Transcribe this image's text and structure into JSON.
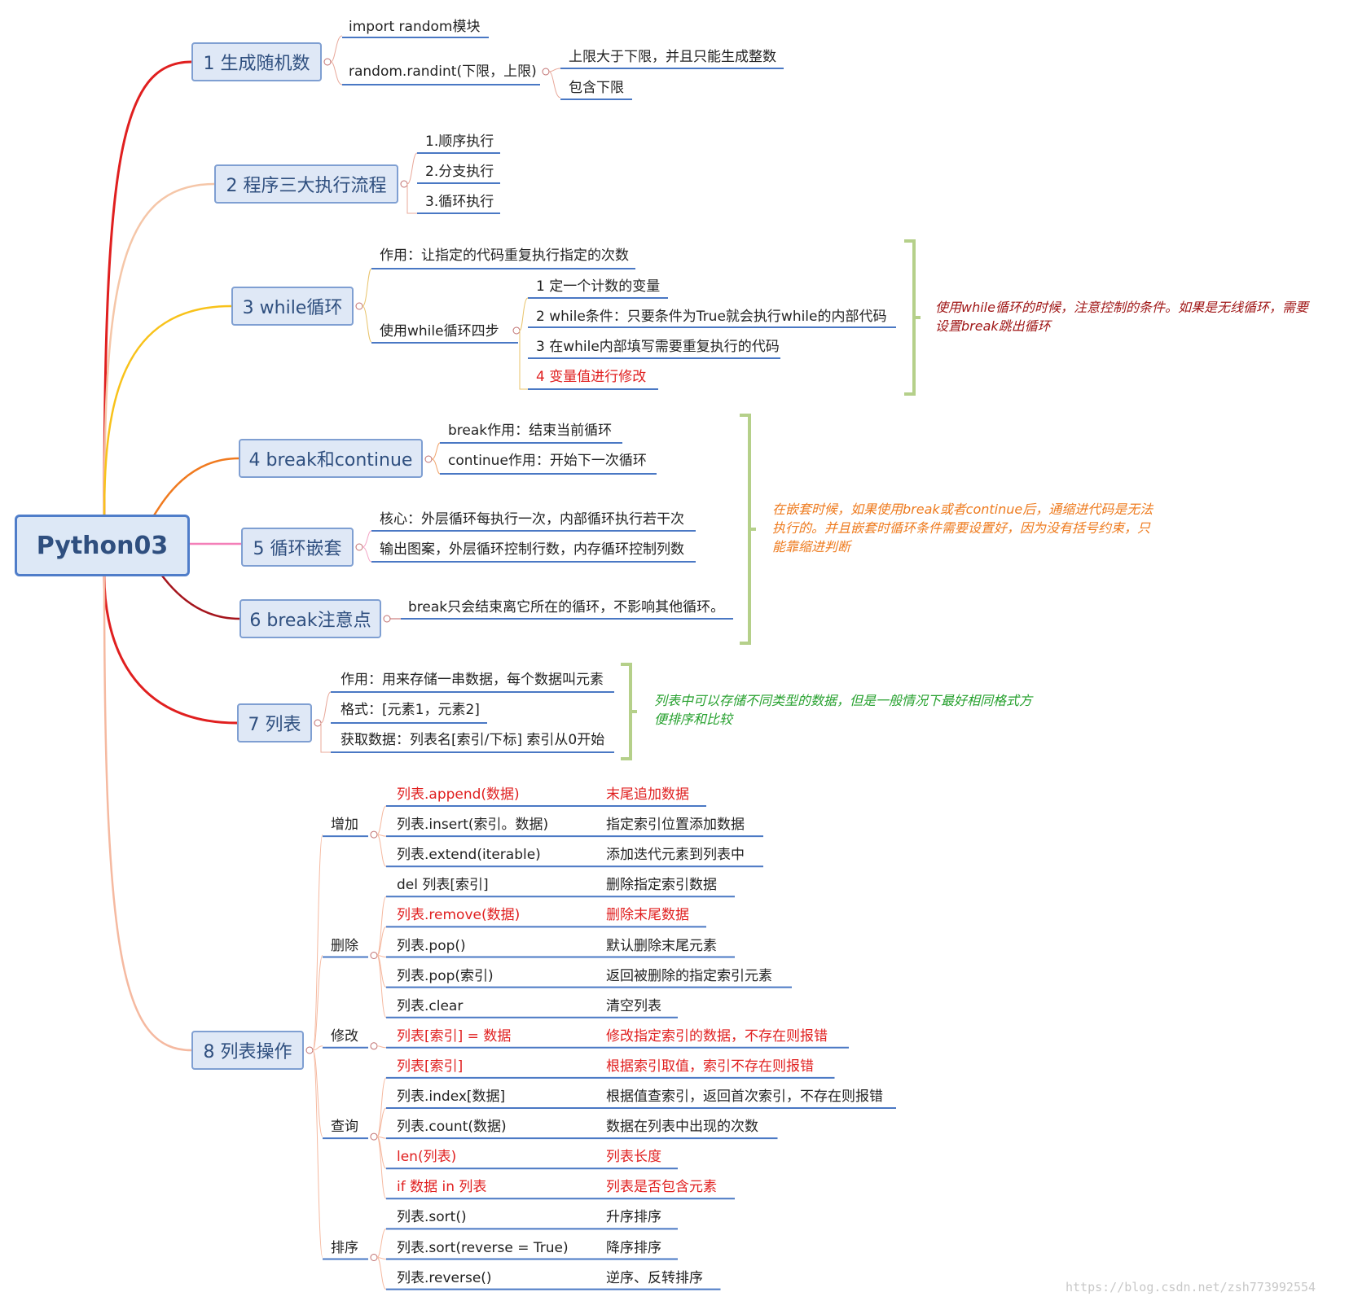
{
  "root": {
    "label": "Python03"
  },
  "topics": [
    {
      "id": "t1",
      "label": "1 生成随机数",
      "color": "#e01f1f"
    },
    {
      "id": "t2",
      "label": "2 程序三大执行流程",
      "color": "#f5c6a8"
    },
    {
      "id": "t3",
      "label": "3 while循环",
      "color": "#f8c21a"
    },
    {
      "id": "t4",
      "label": "4 break和continue",
      "color": "#f07a1f"
    },
    {
      "id": "t5",
      "label": "5 循环嵌套",
      "color": "#f47fb8"
    },
    {
      "id": "t6",
      "label": "6 break注意点",
      "color": "#a5151d"
    },
    {
      "id": "t7",
      "label": "7 列表",
      "color": "#e01f1f"
    },
    {
      "id": "t8",
      "label": "8 列表操作",
      "color": "#f5b9a0"
    }
  ],
  "t1": {
    "import": "import random模块",
    "randint": "random.randint(下限，上限)",
    "cond1": "上限大于下限，并且只能生成整数",
    "cond2": "包含下限"
  },
  "t2": {
    "items": [
      "1.顺序执行",
      "2.分支执行",
      "3.循环执行"
    ]
  },
  "t3": {
    "purpose": "作用：让指定的代码重复执行指定的次数",
    "steps_label": "使用while循环四步",
    "steps": [
      "1 定一个计数的变量",
      "2 while条件：只要条件为True就会执行while的内部代码",
      "3 在while内部填写需要重复执行的代码",
      "4 变量值进行修改"
    ],
    "note": [
      "使用while循环的时候，注意控制的条件。如果是无线循环，需要",
      "设置break跳出循环"
    ]
  },
  "t4": {
    "items": [
      "break作用：结束当前循环",
      "continue作用：开始下一次循环"
    ]
  },
  "t5": {
    "items": [
      "核心：外层循环每执行一次，内部循环执行若干次",
      "输出图案，外层循环控制行数，内存循环控制列数"
    ]
  },
  "t6": {
    "item": "break只会结束离它所在的循环，不影响其他循环。"
  },
  "note456": [
    "在嵌套时候，如果使用break或者continue后，通缩进代码是无法",
    "执行的。并且嵌套时循环条件需要设置好，因为没有括号约束，只",
    "能靠缩进判断"
  ],
  "t7": {
    "items": [
      "作用：用来存储一串数据，每个数据叫元素",
      "格式：[元素1，元素2]",
      "获取数据：列表名[索引/下标] 索引从0开始"
    ],
    "note": [
      "列表中可以存储不同类型的数据，但是一般情况下最好相同格式方",
      "便排序和比较"
    ]
  },
  "t8": {
    "groups": [
      {
        "label": "增加",
        "rows": [
          {
            "op": "列表.append(数据)",
            "desc": "末尾追加数据",
            "red": true
          },
          {
            "op": "列表.insert(索引。数据)",
            "desc": "指定索引位置添加数据",
            "red": false
          },
          {
            "op": "列表.extend(iterable)",
            "desc": "添加迭代元素到列表中",
            "red": false
          }
        ]
      },
      {
        "label": "删除",
        "rows": [
          {
            "op": "del 列表[索引]",
            "desc": "删除指定索引数据",
            "red": false
          },
          {
            "op": "列表.remove(数据)",
            "desc": "删除末尾数据",
            "red": true
          },
          {
            "op": "列表.pop()",
            "desc": "默认删除末尾元素",
            "red": false
          },
          {
            "op": "列表.pop(索引)",
            "desc": "返回被删除的指定索引元素",
            "red": false
          },
          {
            "op": "列表.clear",
            "desc": "清空列表",
            "red": false
          }
        ]
      },
      {
        "label": "修改",
        "rows": [
          {
            "op": "列表[索引] = 数据",
            "desc": "修改指定索引的数据，不存在则报错",
            "red": true
          }
        ]
      },
      {
        "label": "查询",
        "rows": [
          {
            "op": "列表[索引]",
            "desc": "根据索引取值，索引不存在则报错",
            "red": true
          },
          {
            "op": "列表.index[数据]",
            "desc": "根据值查索引，返回首次索引，不存在则报错",
            "red": false
          },
          {
            "op": "列表.count(数据)",
            "desc": "数据在列表中出现的次数",
            "red": false
          },
          {
            "op": "len(列表)",
            "desc": "列表长度",
            "red": true
          },
          {
            "op": "if 数据 in 列表",
            "desc": "列表是否包含元素",
            "red": true
          }
        ]
      },
      {
        "label": "排序",
        "rows": [
          {
            "op": "列表.sort()",
            "desc": "升序排序",
            "red": false
          },
          {
            "op": "列表.sort(reverse = True)",
            "desc": "降序排序",
            "red": false
          },
          {
            "op": "列表.reverse()",
            "desc": "逆序、反转排序",
            "red": false
          }
        ]
      }
    ]
  },
  "colors": {
    "underline": "#4a78c4",
    "bracket": "#b5d08a",
    "root_border": "#4f7dc9",
    "topic_fill": "#dfe8f6",
    "red_text": "#e02020"
  },
  "watermark": "https://blog.csdn.net/zsh773992554"
}
